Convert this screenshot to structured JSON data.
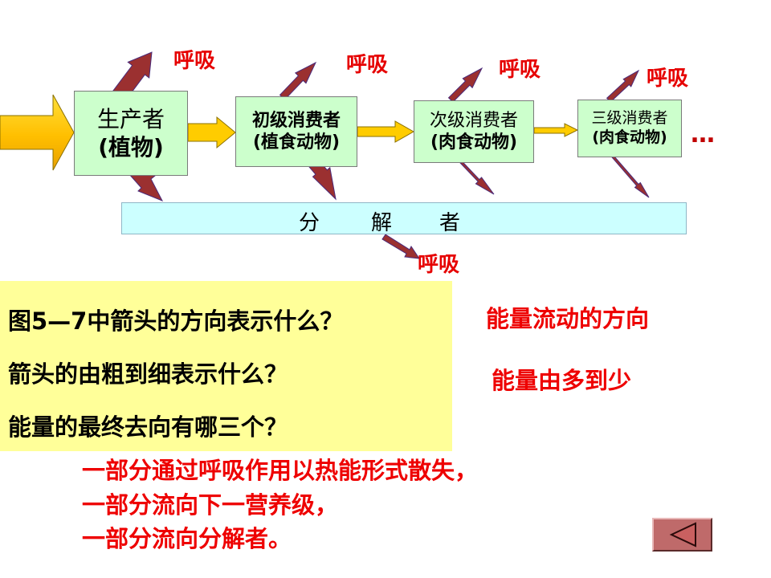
{
  "diagram": {
    "producer": {
      "line1": "生产者",
      "line2": "(植物)"
    },
    "primary_consumer": {
      "line1": "初级消费者",
      "line2": "(植食动物)"
    },
    "secondary_consumer": {
      "line1": "次级消费者",
      "line2": "(肉食动物)"
    },
    "tertiary_consumer": {
      "line1": "三级消费者",
      "line2": "(肉食动物)"
    },
    "decomposer": {
      "chars": [
        "分",
        "解",
        "者"
      ]
    },
    "respiration_label": "呼吸",
    "ellipsis": "…",
    "colors": {
      "arrow_fill": "#9b3030",
      "arrow_stroke": "#4a2a7a",
      "flow_arrow": "#ffcc00",
      "producer_box": "#ccffcc",
      "decomposer_box": "#ccffff"
    }
  },
  "questions": {
    "q1": "图5—7中箭头的方向表示什么？",
    "q2": "箭头的由粗到细表示什么？",
    "q3": "能量的最终去向有哪三个？"
  },
  "answers": {
    "a1": "能量流动的方向",
    "a2": "能量由多到少",
    "a3_lines": [
      "一部分通过呼吸作用以热能形式散失，",
      "一部分流向下一营养级，",
      "一部分流向分解者。"
    ]
  },
  "nav": {
    "back_icon": "triangle-left-icon"
  }
}
